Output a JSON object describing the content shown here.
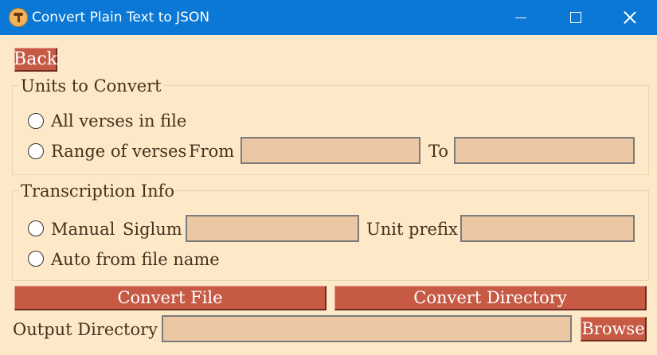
{
  "window": {
    "title": "Convert Plain Text to JSON",
    "icon": "app-logo-icon",
    "controls": [
      "minimize-icon",
      "maximize-icon",
      "close-icon"
    ]
  },
  "back_button": "Back",
  "units": {
    "legend": "Units to Convert",
    "option_all": "All verses in file",
    "option_range": "Range of verses",
    "from_label": "From",
    "to_label": "To",
    "from_value": "",
    "to_value": ""
  },
  "transcription": {
    "legend": "Transcription Info",
    "option_manual": "Manual",
    "siglum_label": "Siglum",
    "prefix_label": "Unit prefix",
    "siglum_value": "",
    "prefix_value": "",
    "option_auto": "Auto from file name"
  },
  "actions": {
    "convert_file": "Convert File",
    "convert_directory": "Convert Directory"
  },
  "output": {
    "label": "Output Directory",
    "value": "",
    "browse": "Browse"
  },
  "colors": {
    "titlebar": "#0a78d4",
    "background": "#fde8c8",
    "button": "#c65a44",
    "field": "#ebc7a3"
  }
}
